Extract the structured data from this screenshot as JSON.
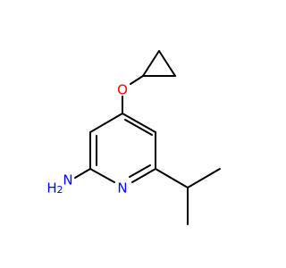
{
  "molecule": {
    "atoms": {
      "oxygen": {
        "label": "O",
        "color": "#ff0000"
      },
      "nitrogen_ring": {
        "label": "N",
        "color": "#0000ff"
      },
      "amine": {
        "label": "H",
        "subscript": "2",
        "suffix": "N",
        "color": "#0000ff"
      }
    },
    "bond_color": "#000000"
  }
}
